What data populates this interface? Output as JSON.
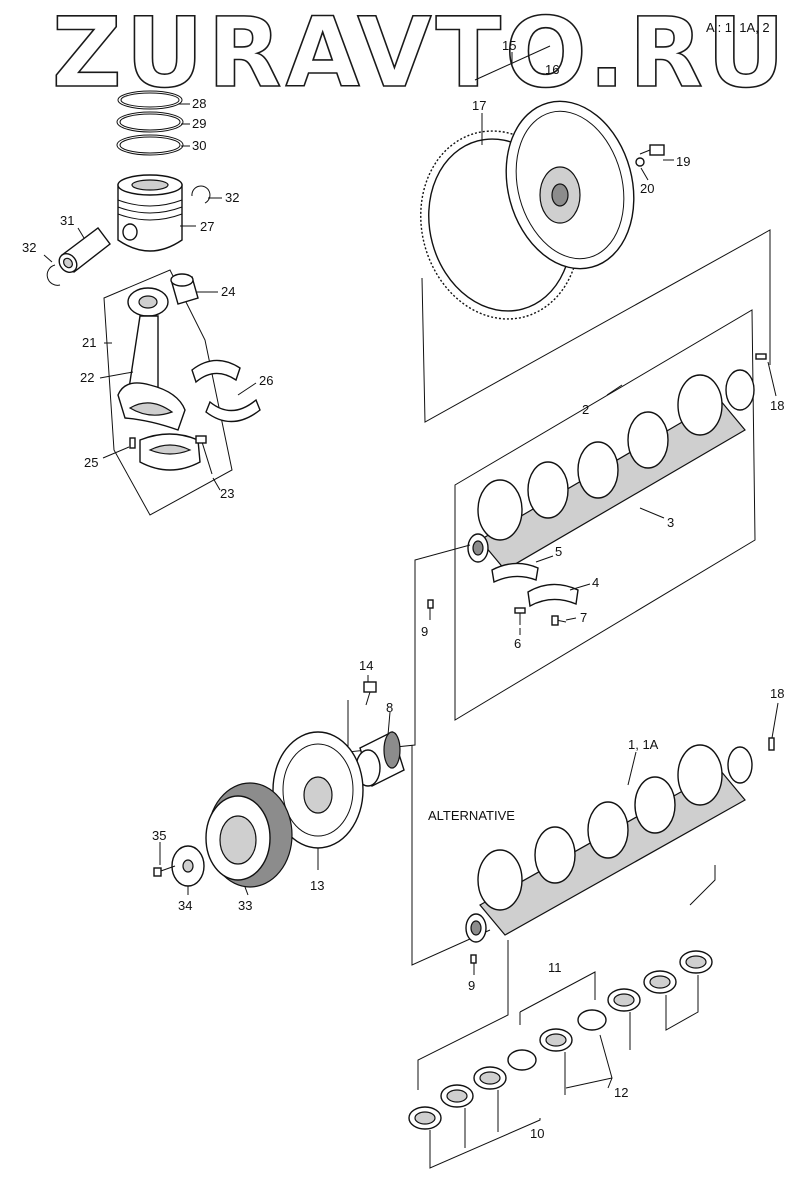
{
  "watermark": "ZURAVTO.RU",
  "header_code": "A : 1, 1A,  2",
  "alternative_label": "ALTERNATIVE",
  "callouts": {
    "c28": "28",
    "c29": "29",
    "c30": "30",
    "c32a": "32",
    "c31": "31",
    "c27": "27",
    "c32b": "32",
    "c24": "24",
    "c21": "21",
    "c22": "22",
    "c26": "26",
    "c25": "25",
    "c23": "23",
    "c15": "15",
    "c16": "16",
    "c17": "17",
    "c19": "19",
    "c20": "20",
    "c18a": "18",
    "c2": "2",
    "c3": "3",
    "c5": "5",
    "c4": "4",
    "c9a": "9",
    "c6": "6",
    "c7": "7",
    "c14": "14",
    "c8": "8",
    "c18b": "18",
    "c1": "1, 1A",
    "c35": "35",
    "c34": "34",
    "c33": "33",
    "c13": "13",
    "c9b": "9",
    "c11": "11",
    "c12": "12",
    "c10": "10"
  }
}
